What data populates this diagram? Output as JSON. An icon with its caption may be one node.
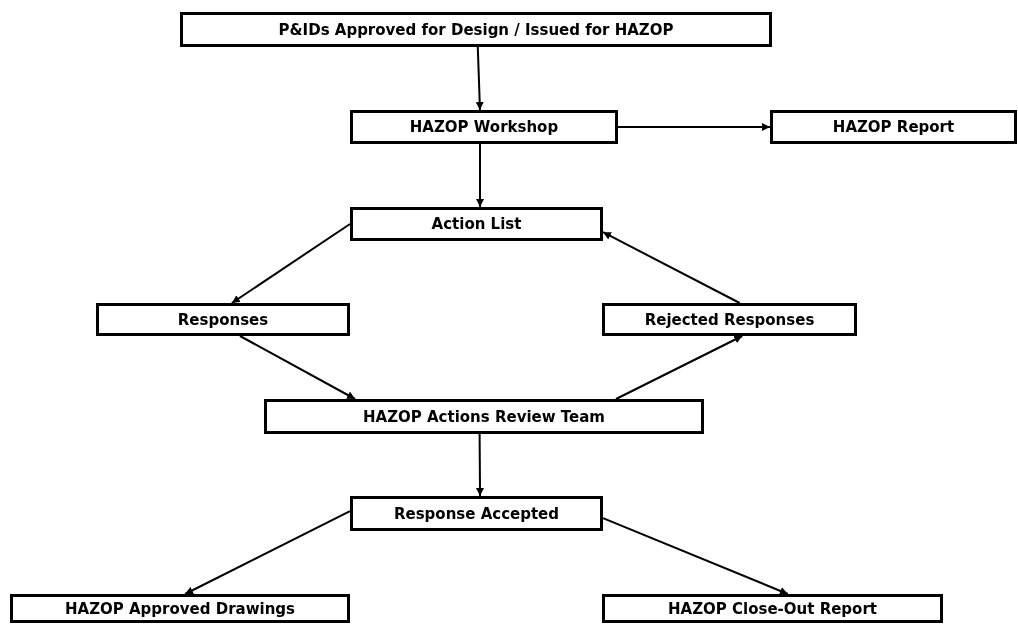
{
  "diagram": {
    "nodes": [
      {
        "text": [
          "P&IDs Approved for Design / Issued for HAZOP"
        ]
      },
      {
        "text": [
          "HAZOP Workshop"
        ]
      },
      {
        "text": [
          "HAZOP Report"
        ]
      },
      {
        "text": [
          "Action List"
        ]
      },
      {
        "text": [
          "Responses"
        ]
      },
      {
        "text": [
          "Rejected Responses"
        ]
      },
      {
        "text": [
          "HAZOP Actions Review Team"
        ]
      },
      {
        "text": [
          "Response Accepted"
        ]
      },
      {
        "text": [
          "HAZOP Approved Drawings"
        ]
      },
      {
        "text": [
          "HAZOP Close-Out Report"
        ]
      }
    ],
    "edges": [
      {
        "from": 0,
        "to": 1,
        "arrow": "to"
      },
      {
        "from": 1,
        "to": 2,
        "arrow": "to"
      },
      {
        "from": 1,
        "to": 3,
        "arrow": "to"
      },
      {
        "from": 3,
        "to": 4,
        "arrow": "to"
      },
      {
        "from": 5,
        "to": 3,
        "arrow": "to"
      },
      {
        "from": 4,
        "to": 6,
        "arrow": "to"
      },
      {
        "from": 6,
        "to": 5,
        "arrow": "to"
      },
      {
        "from": 6,
        "to": 7,
        "arrow": "to"
      },
      {
        "from": 7,
        "to": 8,
        "arrow": "to"
      },
      {
        "from": 7,
        "to": 9,
        "arrow": "to"
      }
    ]
  }
}
